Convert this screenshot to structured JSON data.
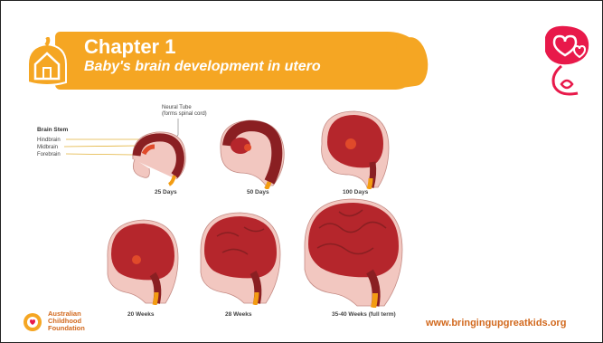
{
  "header": {
    "title": "Chapter 1",
    "subtitle": "Baby's brain development in utero"
  },
  "diagram": {
    "brain_stem_heading": "Brain Stem",
    "parts": [
      "Hindbrain",
      "Midbrain",
      "Forebrain"
    ],
    "neural_tube_label": "Neural Tube",
    "neural_tube_note": "(forms spinal cord)",
    "stages": [
      "25 Days",
      "50 Days",
      "100 Days",
      "20 Weeks",
      "28 Weeks",
      "35-40 Weeks (full term)"
    ]
  },
  "footer": {
    "org_line1": "Australian",
    "org_line2": "Childhood",
    "org_line3": "Foundation",
    "url": "www.bringingupgreatkids.org"
  },
  "colors": {
    "accent": "#f5a623",
    "brain": "#b5262c",
    "skin": "#f2c7c0",
    "url": "#d2691e"
  }
}
